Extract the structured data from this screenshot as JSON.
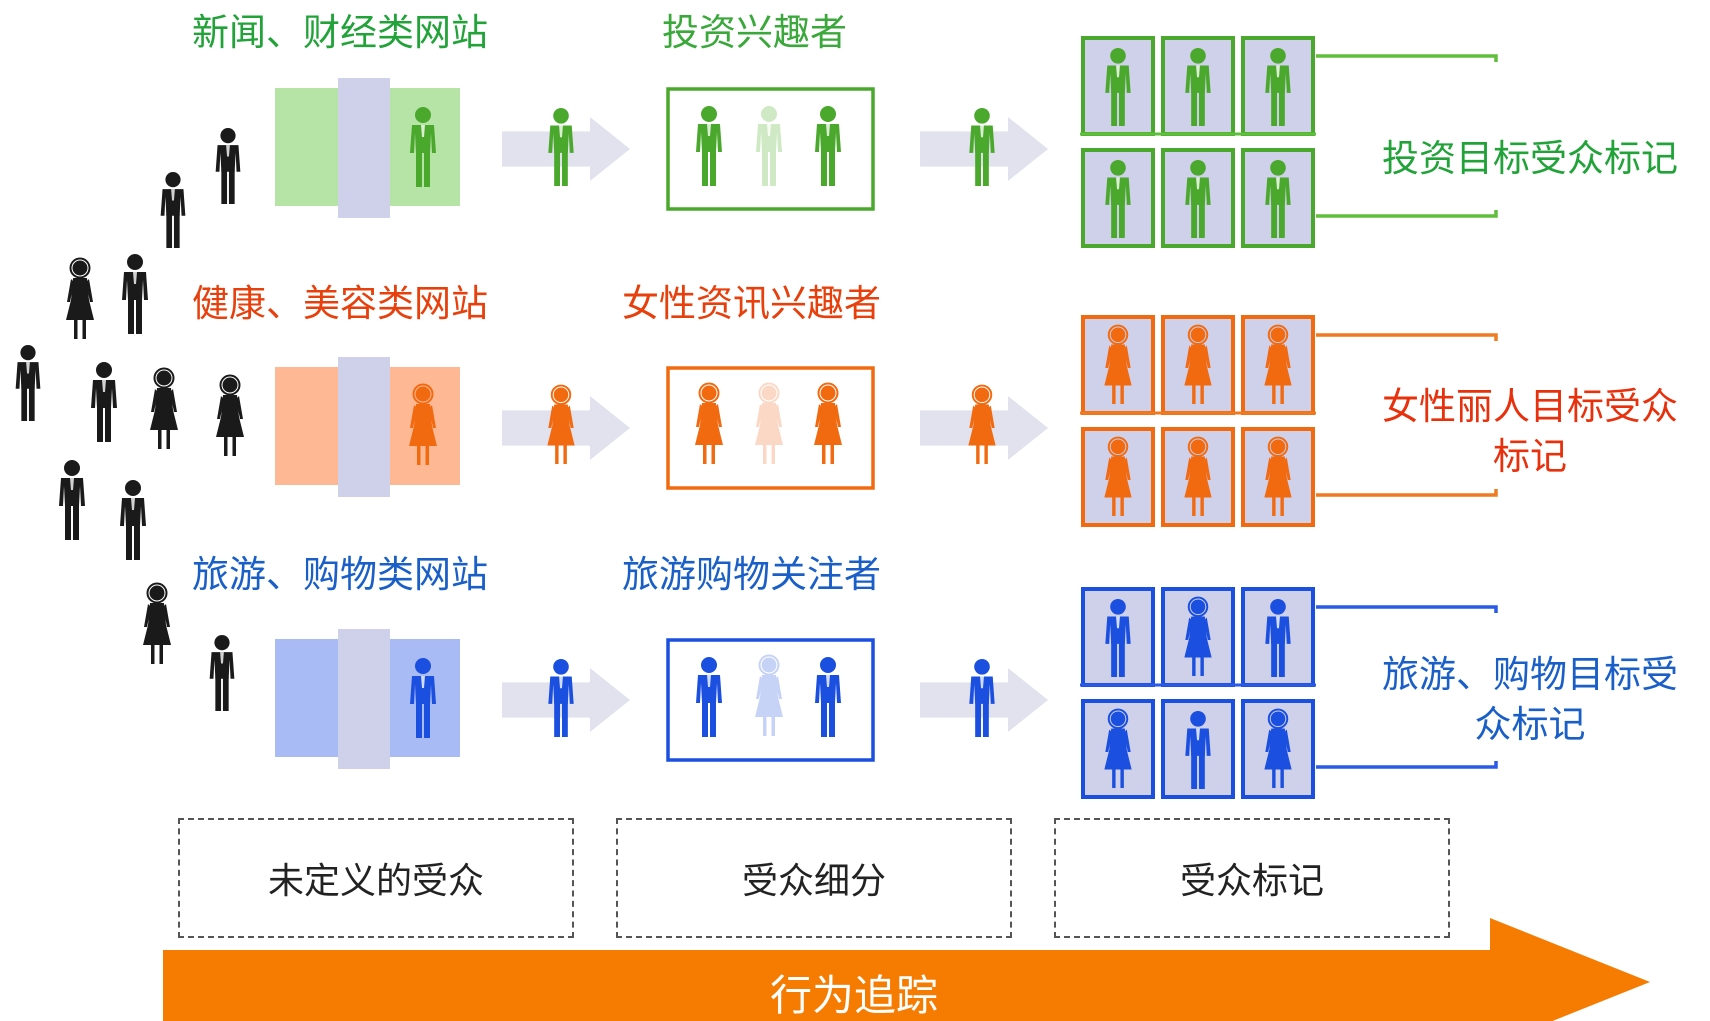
{
  "rows": [
    {
      "site_label": "新闻、财经类网站",
      "interest_label": "投资兴趣者",
      "target_label": "投资目标受众标记",
      "colors": {
        "main": "#4aa82c",
        "light": "#b6e3a6",
        "faded": "#cfe9c4",
        "line": "#5fbf3c"
      },
      "figure": "male"
    },
    {
      "site_label": "健康、美容类网站",
      "interest_label": "女性资讯兴趣者",
      "target_label": "女性丽人目标受众标记",
      "colors": {
        "main": "#f26a10",
        "light": "#ffb894",
        "faded": "#fbd8c6",
        "line": "#f07a20"
      },
      "figure": "female"
    },
    {
      "site_label": "旅游、购物类网站",
      "interest_label": "旅游购物关注者",
      "target_label": "旅游、购物目标受众标记",
      "colors": {
        "main": "#1a4fe0",
        "light": "#a8bbf4",
        "faded": "#c7d3f6",
        "line": "#2a5ae8"
      },
      "figure": "mixed"
    }
  ],
  "stages": [
    "未定义的受众",
    "受众细分",
    "受众标记"
  ],
  "arrow_label": "行为追踪",
  "colors": {
    "arrow": "#f57c00",
    "gray_arrow": "#e2e2ee",
    "filter_band": "#cfd0ea",
    "crowd": "#1a1a1a"
  }
}
